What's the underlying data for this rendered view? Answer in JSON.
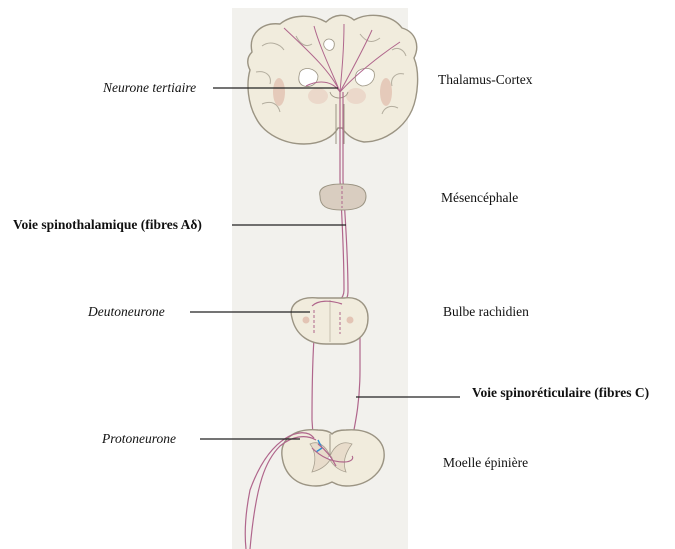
{
  "labels": {
    "neurone_tertiaire": "Neurone tertiaire",
    "voie_spinothalamique": "Voie spinothalamique (fibres Aδ)",
    "deutoneurone": "Deutoneurone",
    "protoneurone": "Protoneurone",
    "voie_spinoreticulaire": "Voie spinoréticulaire (fibres C)"
  },
  "levels": {
    "thalamus_cortex": "Thalamus-Cortex",
    "mesencephale": "Mésencéphale",
    "bulbe_rachidien": "Bulbe rachidien",
    "moelle_epiniere": "Moelle épinière"
  },
  "colors": {
    "tissue_fill": "#f1ecdd",
    "tissue_stroke": "#9b9483",
    "pathway": "#b0668c",
    "midbrain": "#d9cdc0",
    "nucleus": "#e3c4b4",
    "panel": "#f2f1ed"
  }
}
